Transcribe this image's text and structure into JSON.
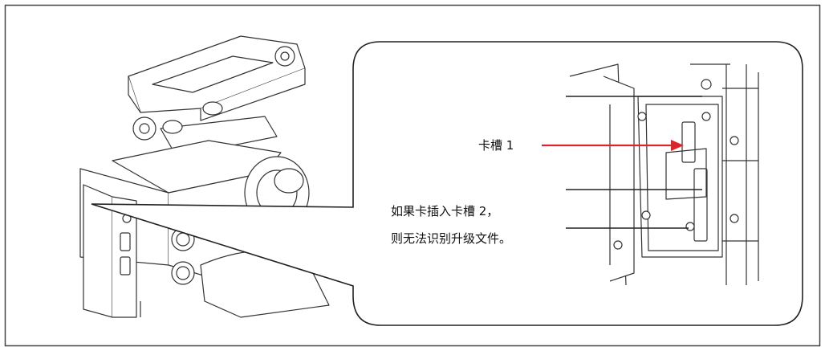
{
  "callout": {
    "slot1_label": "卡槽 1",
    "note_line1": "如果卡插入卡槽 2，",
    "note_line2": "则无法识别升级文件。"
  },
  "colors": {
    "arrow": "#d9262c",
    "line": "#222222",
    "frame_border": "#444444"
  }
}
